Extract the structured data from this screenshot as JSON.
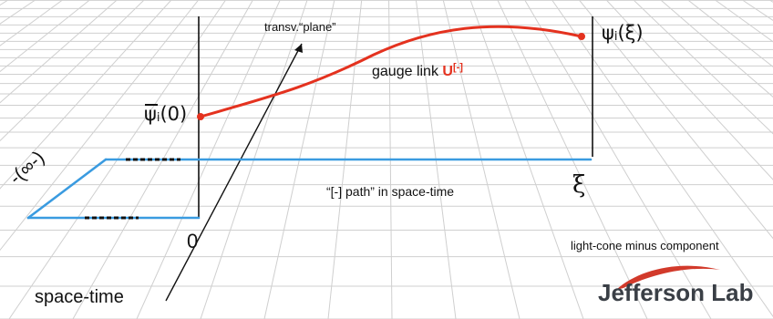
{
  "labels": {
    "transverse_plane": "transv.“plane”",
    "gauge_link": "gauge link",
    "gauge_link_symbol": "U",
    "gauge_link_superscript": "[-]",
    "psi_bar_zero": "ψ",
    "psi_bar_index": "i",
    "psi_bar_arg": "(0)",
    "psi_xi": "ψ",
    "psi_xi_index": "i",
    "psi_xi_arg": "(ξ)",
    "xi": "ξ",
    "path": "“[-] path” in space-time",
    "origin": "0",
    "minus_infinity": "-(∞-)",
    "light_cone": "light-cone minus component",
    "spacetime": "space-time",
    "logo": "Jefferson Lab"
  },
  "colors": {
    "grid": "#c8c8c8",
    "axis": "#111111",
    "gauge_link": "#e4321f",
    "path": "#3a9be0",
    "logo_text": "#3a3f46",
    "logo_swoosh": "#d23a2b"
  }
}
